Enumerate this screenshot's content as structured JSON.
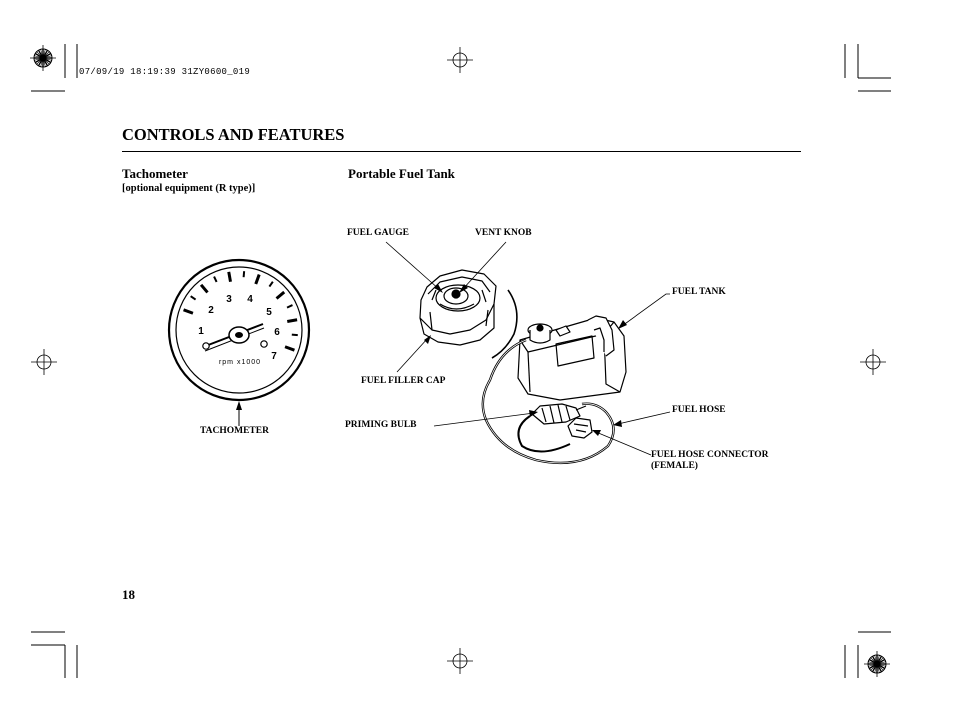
{
  "print_info": {
    "timestamp": "07/09/19 18:19:39 31ZY0600_019"
  },
  "header": {
    "section_title": "CONTROLS AND FEATURES"
  },
  "tachometer_section": {
    "heading": "Tachometer",
    "subheading": "[optional equipment (R type)]",
    "dial_numbers": [
      "1",
      "2",
      "3",
      "4",
      "5",
      "6",
      "7"
    ],
    "dial_unit": "rpm x1000",
    "callout": "TACHOMETER"
  },
  "fuel_tank_section": {
    "heading": "Portable Fuel Tank",
    "callouts": {
      "fuel_gauge": "FUEL GAUGE",
      "vent_knob": "VENT KNOB",
      "fuel_tank": "FUEL TANK",
      "fuel_filler_cap": "FUEL FILLER CAP",
      "fuel_hose": "FUEL HOSE",
      "priming_bulb": "PRIMING BULB",
      "fuel_hose_connector_line1": "FUEL HOSE CONNECTOR",
      "fuel_hose_connector_line2": "(FEMALE)"
    }
  },
  "footer": {
    "page_number": "18"
  }
}
